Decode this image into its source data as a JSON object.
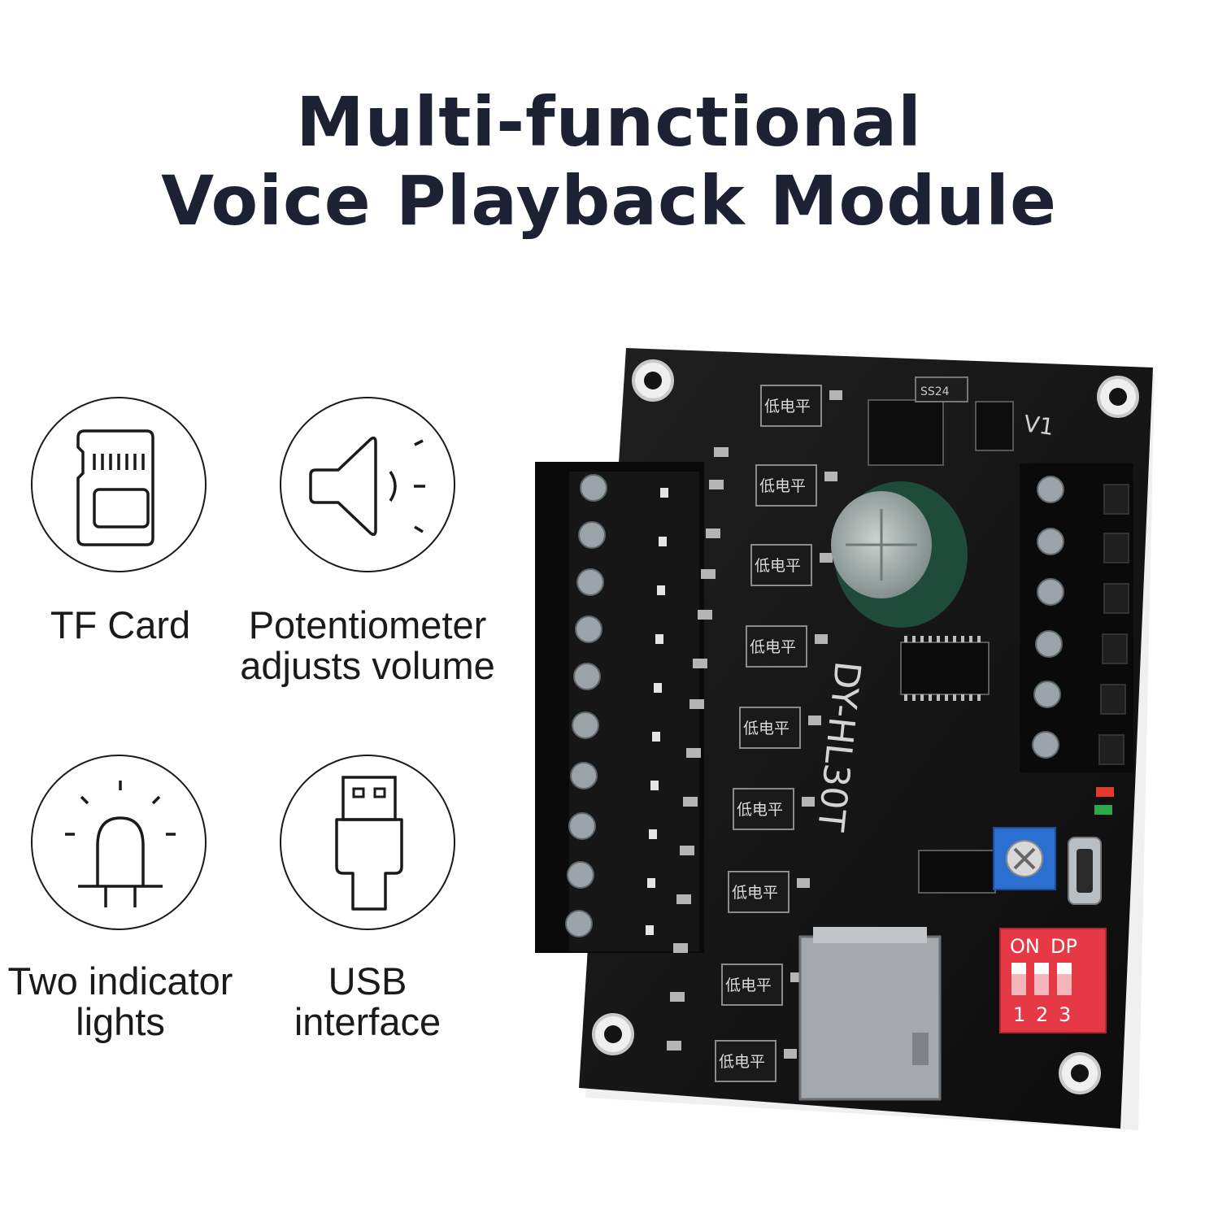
{
  "header": {
    "line1": "Multi-functional",
    "line2": "Voice Playback Module"
  },
  "features": [
    {
      "icon": "tf-card-icon",
      "label_lines": [
        "TF Card"
      ]
    },
    {
      "icon": "speaker-icon",
      "label_lines": [
        "Potentiometer",
        "adjusts volume"
      ]
    },
    {
      "icon": "indicator-light-icon",
      "label_lines": [
        "Two indicator",
        "lights"
      ]
    },
    {
      "icon": "usb-plug-icon",
      "label_lines": [
        "USB",
        "interface"
      ]
    }
  ],
  "board": {
    "model": "DY-HL30T",
    "silkscreen_low_level": "低电平",
    "dip_switch": {
      "label_on": "ON",
      "label_dp": "DP",
      "numbers": [
        "1",
        "2",
        "3"
      ]
    },
    "diode_marking": "SS24",
    "v_label": "V1",
    "colors": {
      "pcb": "#141414",
      "dip": "#e63946",
      "pot": "#2b6fd1",
      "capacitor": "#1f4b3a"
    }
  }
}
